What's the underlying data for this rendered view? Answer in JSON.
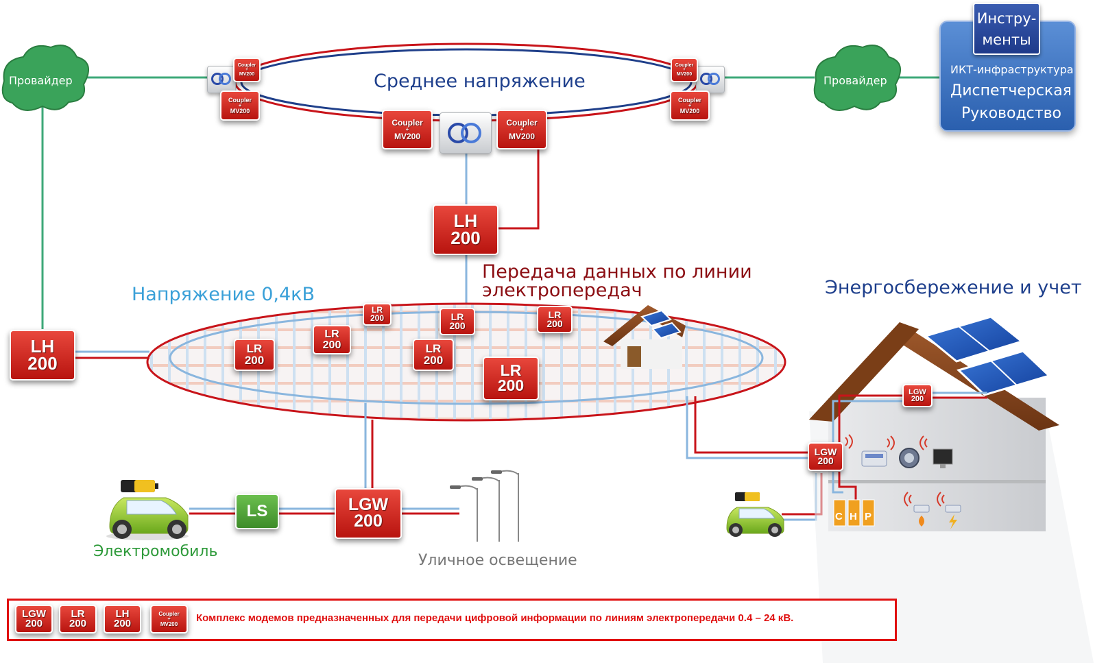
{
  "texts": {
    "medium_voltage": "Среднее напряжение",
    "voltage_04": "Напряжение 0,4кВ",
    "plc": "Передача данных по линии электропередач",
    "plc_line1": "Передача данных по линии",
    "plc_line2": "электропередач",
    "energy": "Энергосбережение и учет",
    "emobile": "Электромобиль",
    "street": "Уличное освещение",
    "provider_left": "Провайдер",
    "provider_right": "Провайдер",
    "tools_line1": "Инстру-",
    "tools_line2": "менты",
    "ict": "ИКТ-инфраструктура",
    "dispatch": "Диспетчерская",
    "management": "Руководство",
    "chp": [
      "C",
      "H",
      "P"
    ],
    "legend": "Комплекс модемов предназначенных для передачи цифровой информации по линиям электропередачи 0.4 – 24 кВ."
  },
  "devices": {
    "lh_top": [
      "LH",
      "200"
    ],
    "lh_left": [
      "LH",
      "200"
    ],
    "lgw_bottom": [
      "LGW",
      "200"
    ],
    "lgw_house": [
      "LGW",
      "200"
    ],
    "lgw_roof": [
      "LGW",
      "200"
    ],
    "ls": "LS",
    "lr_a": [
      "LR",
      "200"
    ],
    "lr_b": [
      "LR",
      "200"
    ],
    "lr_c": [
      "LR",
      "200"
    ],
    "lr_d": [
      "LR",
      "200"
    ],
    "lr_e": [
      "LR",
      "200"
    ],
    "lr_f": [
      "LR",
      "200"
    ],
    "lr_big": [
      "LR",
      "200"
    ],
    "coupler": [
      "Coupler",
      "+",
      "MV200"
    ],
    "legend_lgw": [
      "LGW",
      "200"
    ],
    "legend_lr": [
      "LR",
      "200"
    ],
    "legend_lh": [
      "LH",
      "200"
    ],
    "legend_coupler": [
      "Coupler",
      "+",
      "MV200"
    ]
  },
  "colors": {
    "red_line": "#c8141a",
    "blue_line": "#8ab6de",
    "navy_line": "#1f3f8a",
    "green_line": "#3ea878",
    "device_red": "#d12a22",
    "cloud_green": "#3aa35a",
    "title_blue": "#1e3f8c",
    "light_blue_text": "#3aa0d8",
    "dark_red_text": "#8b0d12",
    "green_text": "#2e9a3a",
    "legend_red": "#e01010"
  },
  "icons": [
    "cloud-icon",
    "transformer-icon",
    "house-icon",
    "solar-panel-icon",
    "electric-car-icon",
    "battery-icon",
    "street-light-icon",
    "wifi-icon",
    "meter-icon",
    "monitor-icon",
    "flame-icon",
    "lightning-icon"
  ]
}
